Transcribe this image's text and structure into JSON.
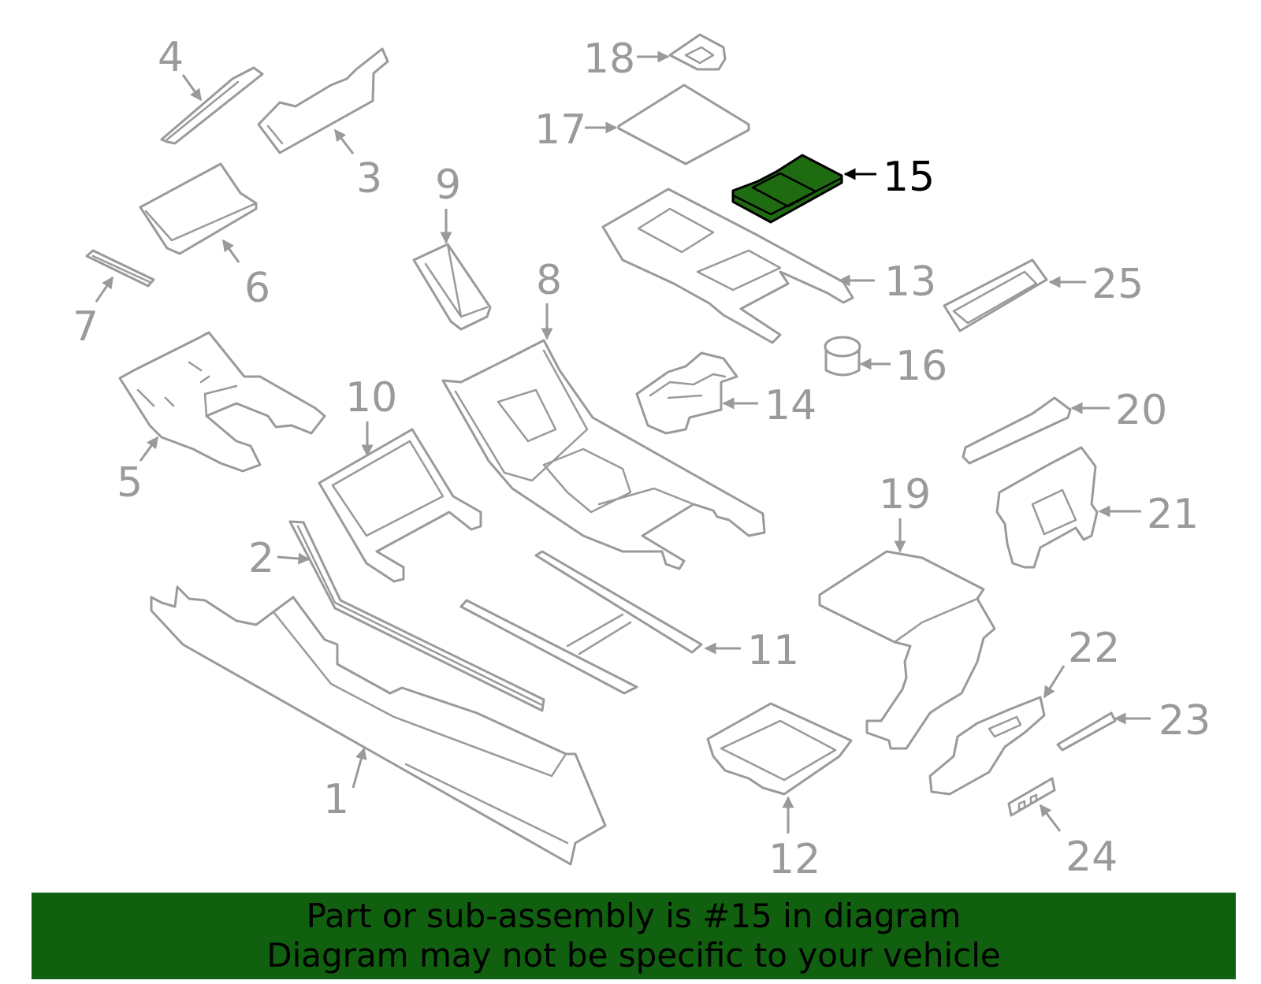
{
  "colors": {
    "part_stroke": "#9a9a9a",
    "highlight_fill": "#1f6b12",
    "banner_background": "#116010",
    "banner_text": "#000000"
  },
  "diagram": {
    "highlighted_callout": "15",
    "callouts": [
      "1",
      "2",
      "3",
      "4",
      "5",
      "6",
      "7",
      "8",
      "9",
      "10",
      "11",
      "12",
      "13",
      "14",
      "15",
      "16",
      "17",
      "18",
      "19",
      "20",
      "21",
      "22",
      "23",
      "24",
      "25"
    ]
  },
  "banner": {
    "line1": "Part or sub-assembly is #15 in diagram",
    "line2": "Diagram may not be specific to your vehicle"
  }
}
